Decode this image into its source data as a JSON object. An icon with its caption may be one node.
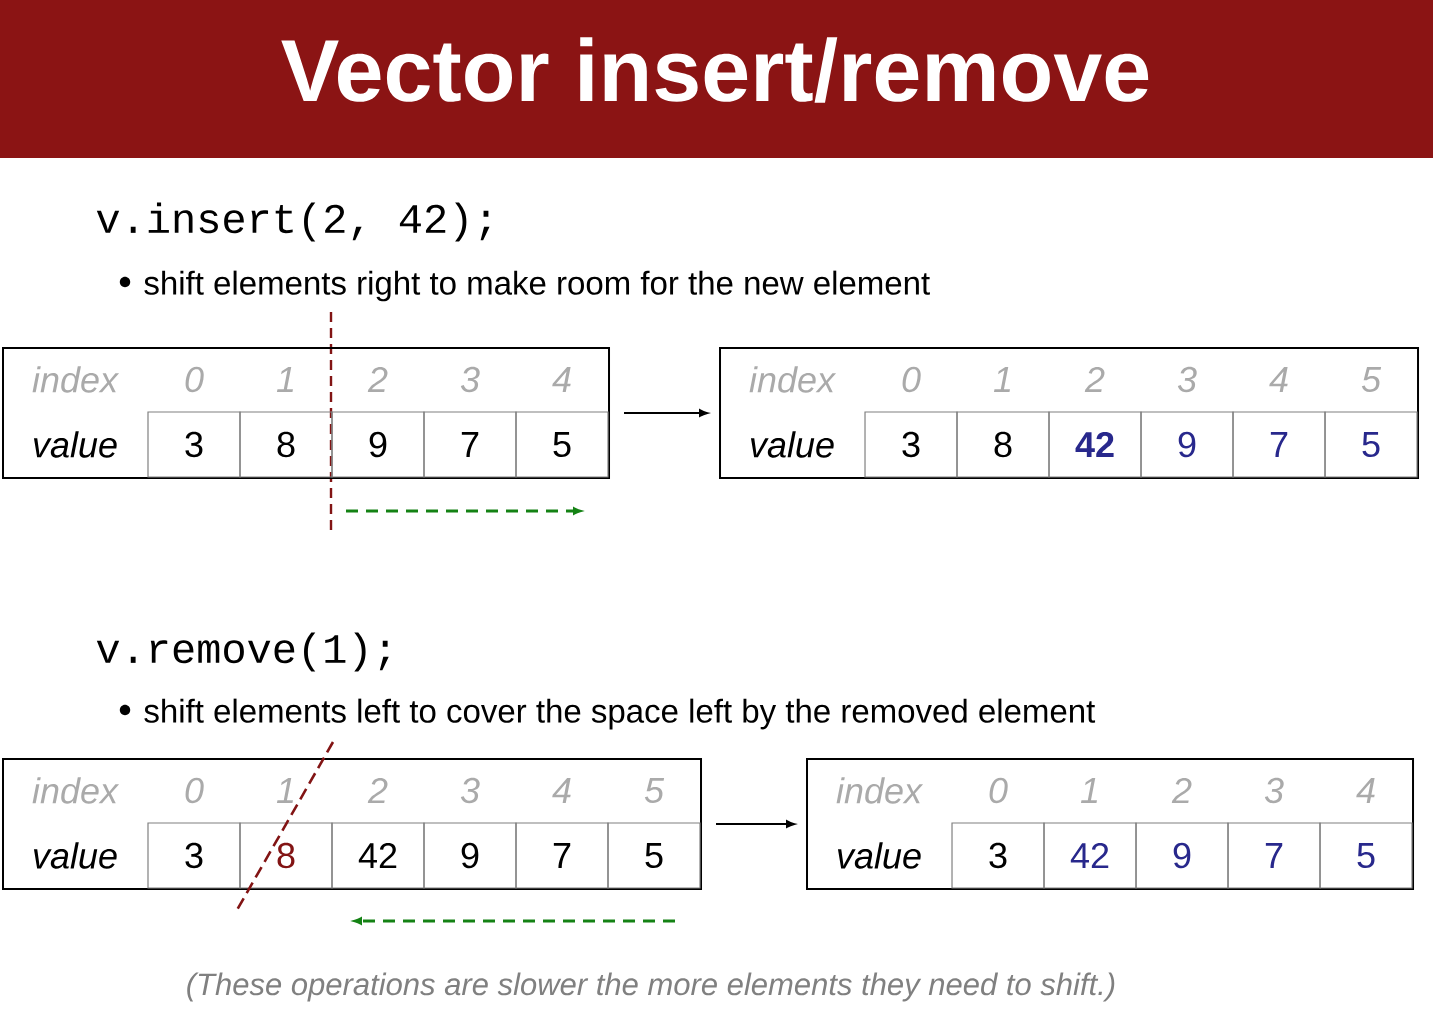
{
  "diagram": {
    "title": "Vector insert/remove",
    "nodes": [
      {
        "text": [
          "index",
          "0",
          "1",
          "2",
          "3",
          "4",
          "value",
          "3",
          "8",
          "9",
          "7",
          "5"
        ]
      },
      {
        "text": [
          "index",
          "0",
          "1",
          "2",
          "3",
          "4",
          "5",
          "value",
          "3",
          "8",
          "42",
          "9",
          "7",
          "5"
        ]
      },
      {
        "text": [
          "index",
          "0",
          "1",
          "2",
          "3",
          "4",
          "5",
          "value",
          "3",
          "8",
          "42",
          "9",
          "7",
          "5"
        ]
      },
      {
        "text": [
          "index",
          "0",
          "1",
          "2",
          "3",
          "4",
          "value",
          "3",
          "42",
          "9",
          "7",
          "5"
        ]
      }
    ],
    "edges": [
      {
        "from": 0,
        "to": 1,
        "arrow": "to"
      },
      {
        "from": 2,
        "to": 3,
        "arrow": "to"
      }
    ],
    "labels": [
      "v.insert(2, 42);",
      "shift elements right to make room for the new element",
      "v.remove(1);",
      "shift elements left to cover the space left by the removed element",
      "(These operations are slower the more elements they need to shift.)"
    ]
  }
}
